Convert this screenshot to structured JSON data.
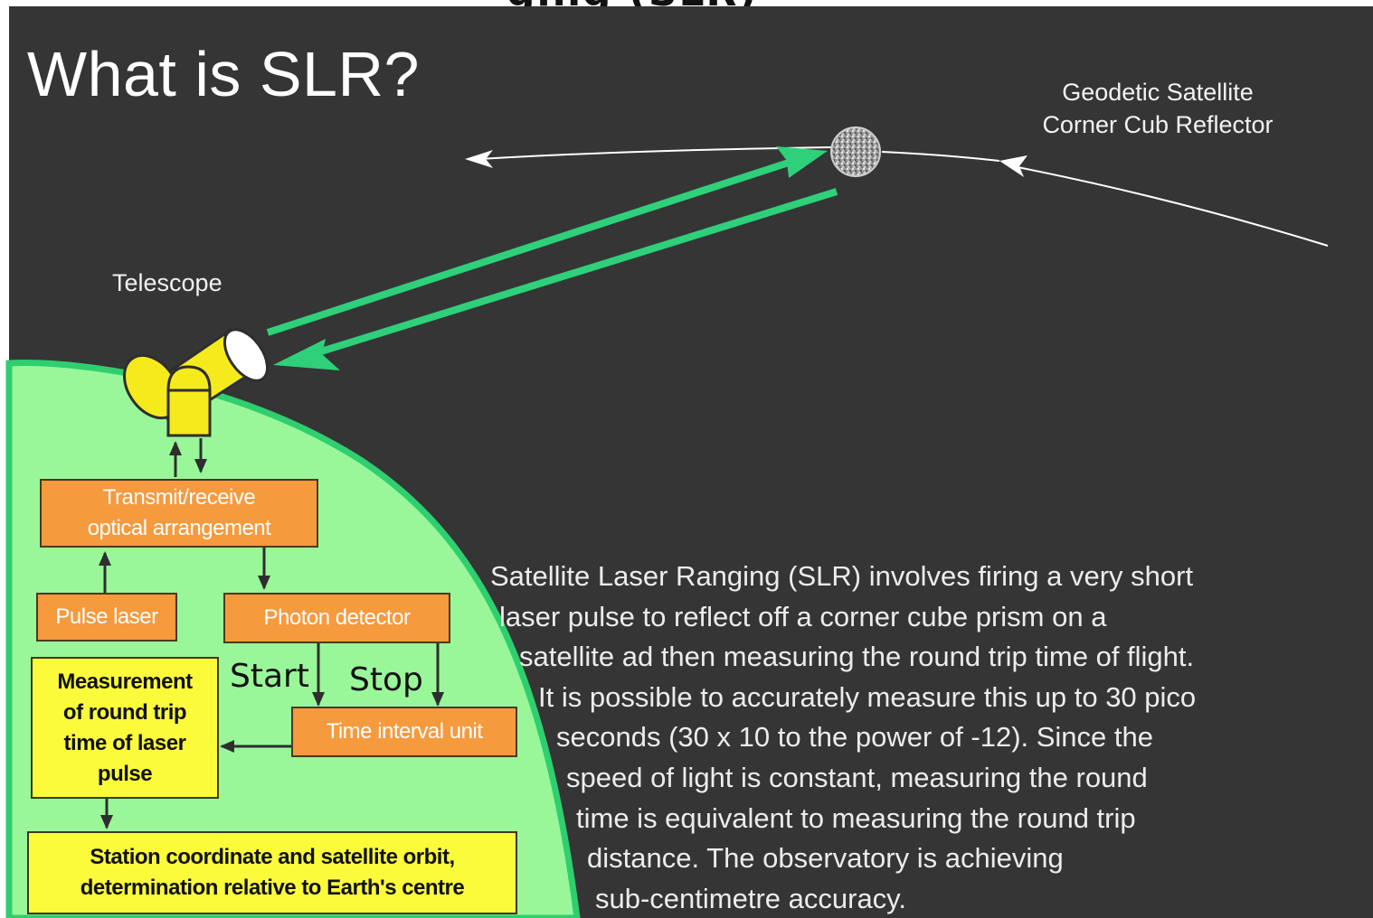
{
  "slide": {
    "header_fragment": "ging (SLR)",
    "heading": "What is SLR?",
    "satellite_label": [
      "Geodetic Satellite",
      "Corner Cub Reflector"
    ],
    "telescope_label": "Telescope"
  },
  "boxes": {
    "transmit": [
      "Transmit/receive",
      "optical arrangement"
    ],
    "pulse_laser": "Pulse laser",
    "photon_detector": "Photon detector",
    "measurement": [
      "Measurement",
      "of round trip",
      "time of laser",
      "pulse"
    ],
    "time_interval": "Time interval unit",
    "station": [
      "Station coordinate and satellite orbit,",
      "determination relative to Earth's centre"
    ]
  },
  "signals": {
    "start": "Start",
    "stop": "Stop"
  },
  "description": [
    "Satellite Laser Ranging (SLR) involves firing a very short",
    "laser pulse to reflect off a corner cube prism on a",
    "satellite ad then measuring the round trip time of flight.",
    "It is possible to accurately measure this up to 30 pico",
    "seconds (30 x 10 to the power of -12). Since the",
    "speed of light is constant, measuring the round",
    "time is equivalent to measuring the round trip",
    "distance. The observatory is achieving",
    "sub-centimetre accuracy."
  ],
  "colors": {
    "background": "#353535",
    "earth_fill": "#99f799",
    "earth_edge": "#2fcf6f",
    "laser_beam": "#2fd07a",
    "telescope": "#f5ea1c",
    "orange_box": "#f69a3e",
    "yellow_box": "#fbfb3c"
  }
}
